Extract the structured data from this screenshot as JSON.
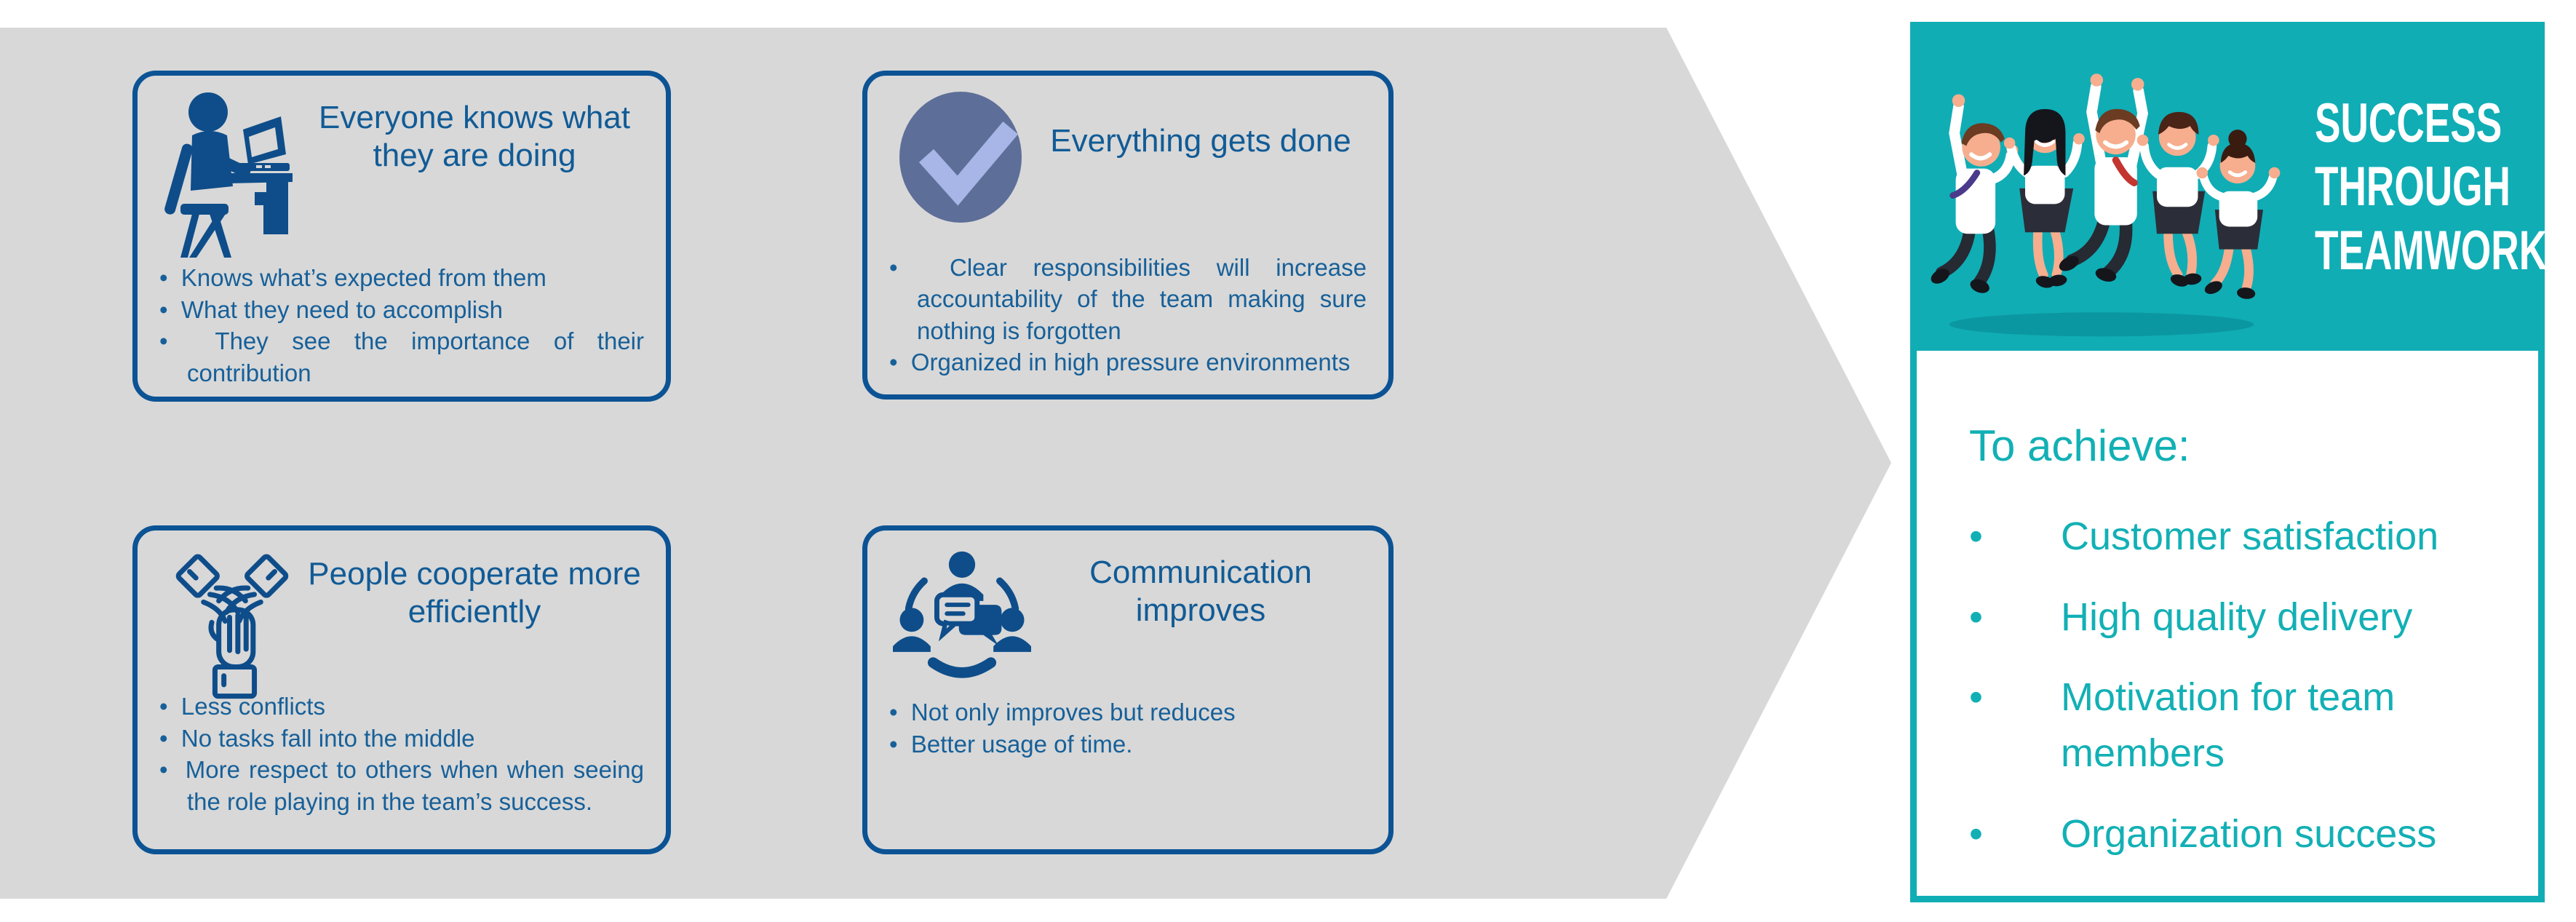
{
  "slide": {
    "kind": "teamwork-benefits-infographic"
  },
  "colors": {
    "background": "#ffffff",
    "arrow_gray": "#d8d8d8",
    "card_border_navy": "#0b5394",
    "icon_navy": "#0e4d8a",
    "title_blue": "#115b96",
    "body_text_blue": "#176099",
    "teal": "#10adb5",
    "teal_text": "#12b0b5",
    "check_circle": "#5d6e98",
    "check_mark": "#a7b6e6",
    "banner_text": "#ffffff"
  },
  "boxes": [
    {
      "icon": "person-at-laptop-icon",
      "title": "Everyone knows what they are doing",
      "bullets": [
        "Knows what’s expected from them",
        "What they need to accomplish",
        "They see the importance of their contribution"
      ]
    },
    {
      "icon": "checkmark-circle-icon",
      "title": "Everything gets done",
      "bullets": [
        "Clear responsibilities will increase accountability of the team making sure nothing is forgotten",
        "Organized in high pressure environments"
      ]
    },
    {
      "icon": "hands-together-icon",
      "title": "People cooperate more efficiently",
      "bullets": [
        "Less conflicts",
        "No tasks fall into the middle",
        "More respect to others when when seeing the role playing in the team’s success."
      ]
    },
    {
      "icon": "communication-icon",
      "title": "Communication improves",
      "bullets": [
        "Not only improves but reduces",
        "Better usage of time."
      ]
    }
  ],
  "right_panel": {
    "banner": {
      "illustration": "jumping-team-illustration",
      "lines": [
        "SUCCESS",
        "THROUGH",
        "TEAMWORK"
      ]
    },
    "to_achieve": {
      "heading": "To achieve:",
      "items": [
        "Customer satisfaction",
        "High quality delivery",
        "Motivation for team members",
        "Organization success"
      ]
    }
  }
}
